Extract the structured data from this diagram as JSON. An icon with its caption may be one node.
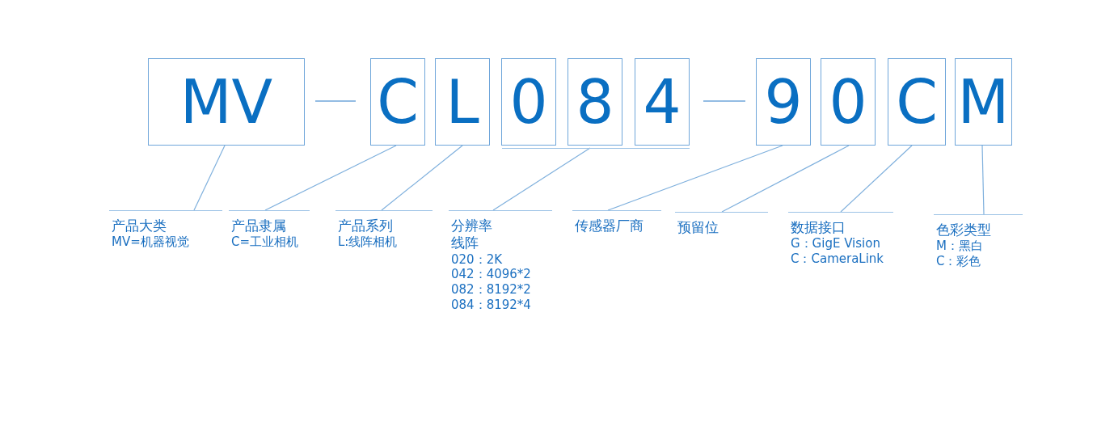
{
  "diagram": {
    "nodes": [
      {
        "text": [
          "MV"
        ]
      },
      {
        "text": [
          "C"
        ]
      },
      {
        "text": [
          "L"
        ]
      },
      {
        "text": [
          "0"
        ]
      },
      {
        "text": [
          "8"
        ]
      },
      {
        "text": [
          "4"
        ]
      },
      {
        "text": [
          "9"
        ]
      },
      {
        "text": [
          "0"
        ]
      },
      {
        "text": [
          "C"
        ]
      },
      {
        "text": [
          "M"
        ]
      },
      {
        "text": [],
        "shape": "bar"
      },
      {
        "text": [
          "产品大类",
          "MV=机器视觉"
        ]
      },
      {
        "text": [
          "产品隶属",
          "C=工业相机"
        ]
      },
      {
        "text": [
          "产品系列",
          "L:线阵相机"
        ]
      },
      {
        "text": [
          "分辨率",
          "线阵",
          "020：2K",
          "042：4096*2",
          "082：8192*2",
          "084：8192*4"
        ]
      },
      {
        "text": [
          "传感器厂商"
        ]
      },
      {
        "text": [
          "预留位"
        ]
      },
      {
        "text": [
          "数据接口",
          "G：GigE Vision",
          "C：CameraLink"
        ]
      },
      {
        "text": [
          "色彩类型",
          "M：黑白",
          "C：彩色"
        ]
      }
    ],
    "edges": [
      {
        "from": 0,
        "to": 11,
        "arrow": "none"
      },
      {
        "from": 1,
        "to": 12,
        "arrow": "none"
      },
      {
        "from": 2,
        "to": 13,
        "arrow": "none"
      },
      {
        "from": 10,
        "to": 14,
        "arrow": "none"
      },
      {
        "from": 6,
        "to": 15,
        "arrow": "none"
      },
      {
        "from": 7,
        "to": 16,
        "arrow": "none"
      },
      {
        "from": 8,
        "to": 17,
        "arrow": "none"
      },
      {
        "from": 9,
        "to": 18,
        "arrow": "none"
      }
    ]
  }
}
